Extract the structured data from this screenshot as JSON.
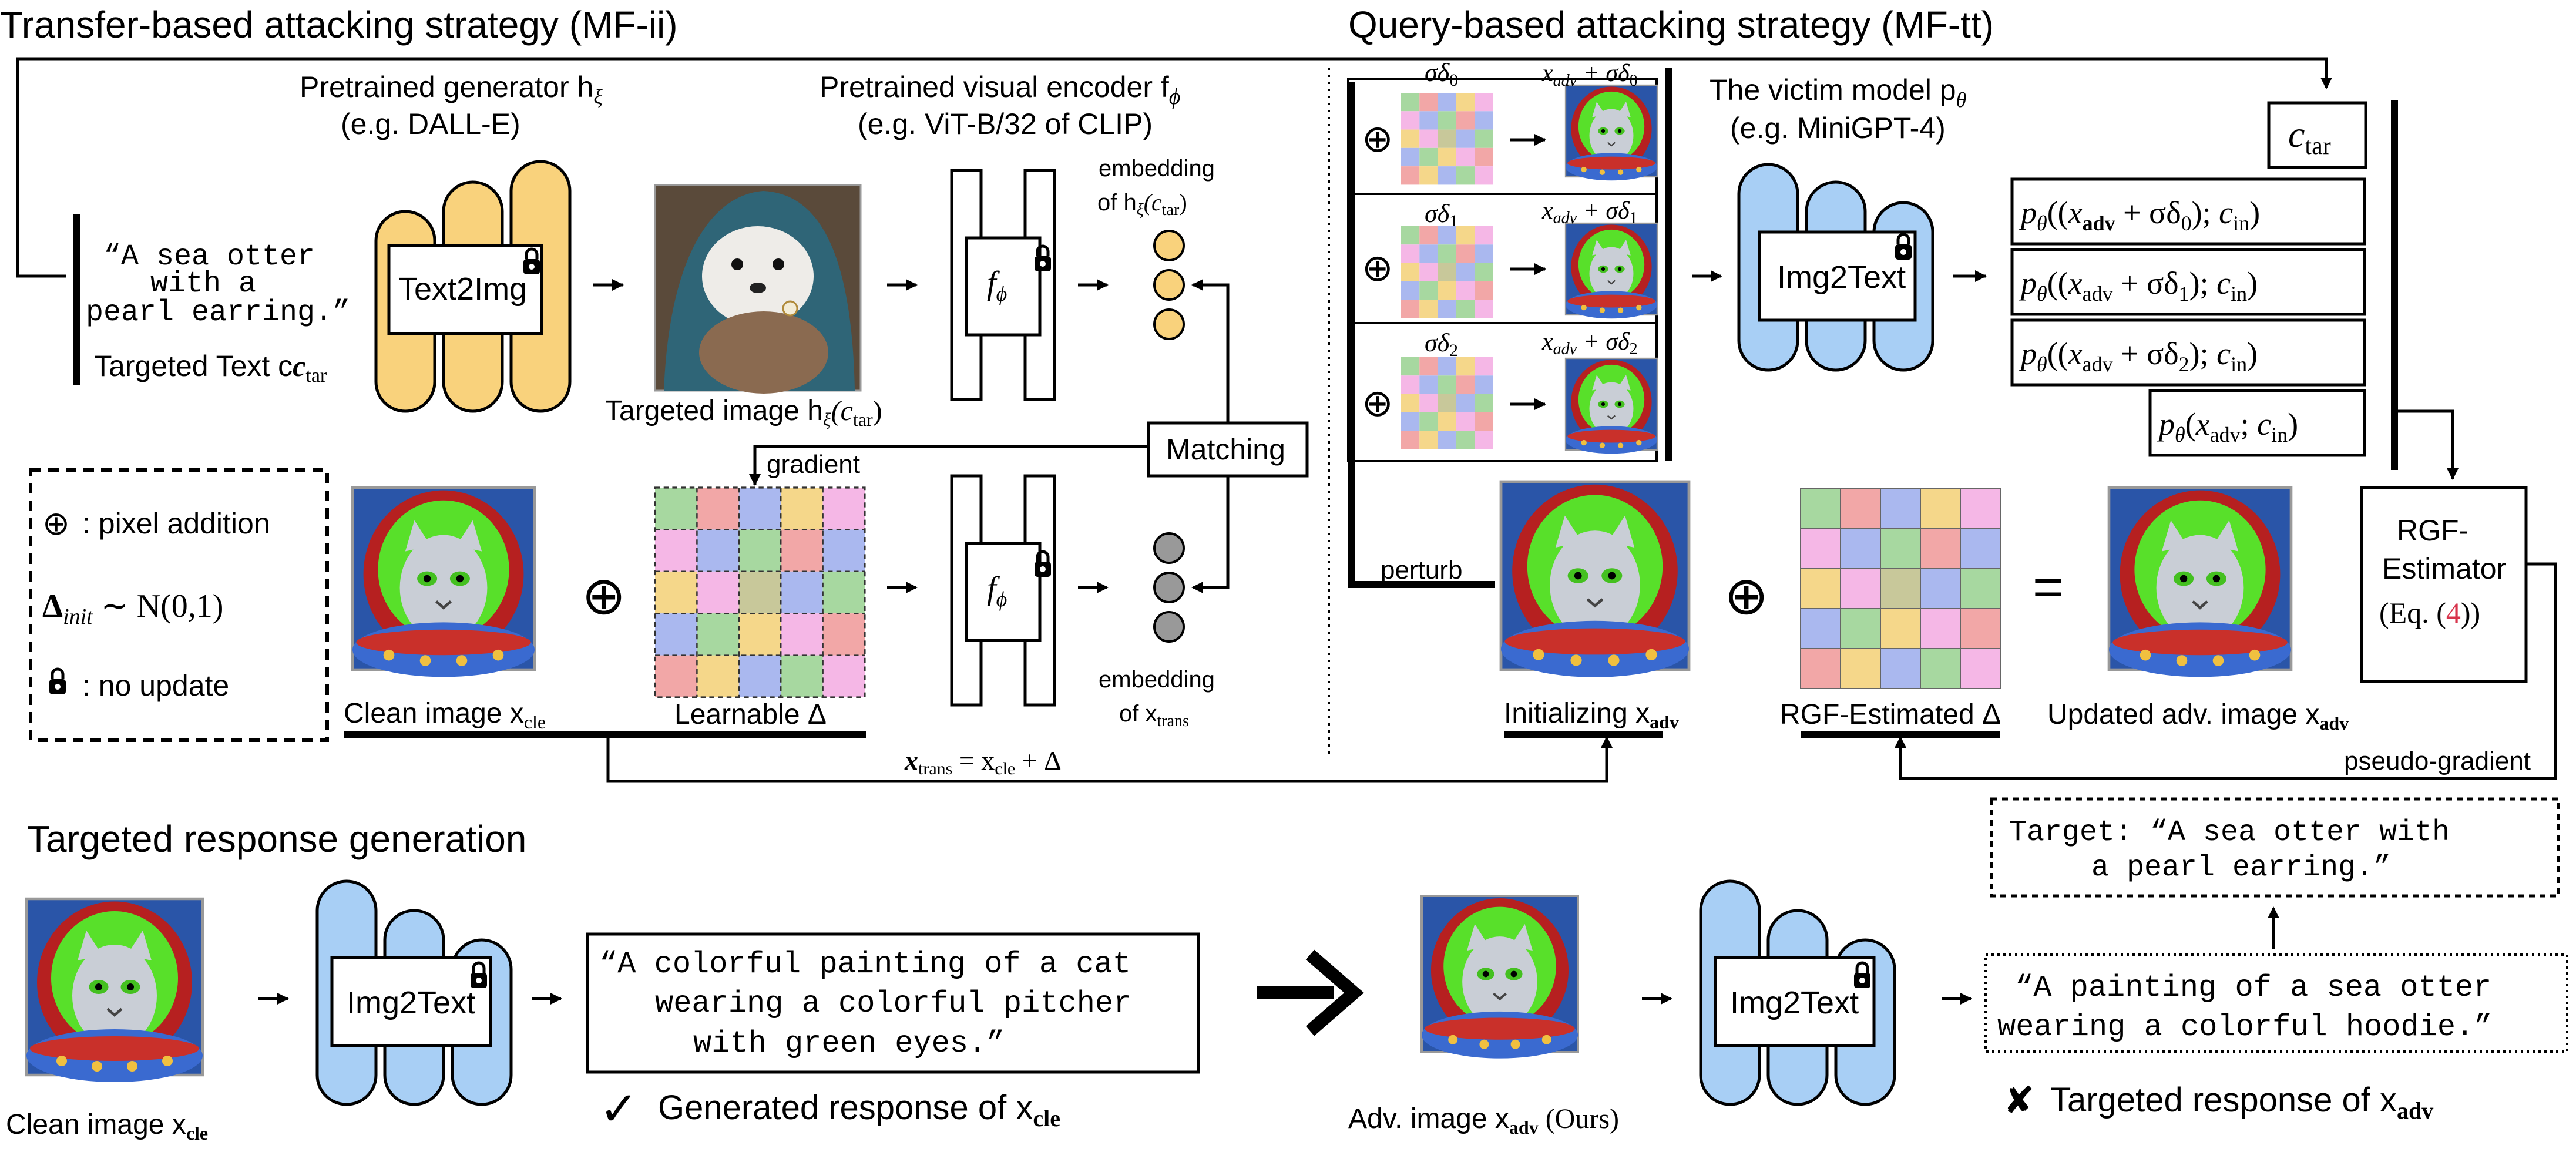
{
  "titles": {
    "transfer": "Transfer-based attacking strategy (MF-ii)",
    "query": "Query-based attacking strategy (MF-tt)",
    "response": "Targeted response generation"
  },
  "labels": {
    "gen_line1": "Pretrained generator h",
    "gen_sub": "ξ",
    "gen_line2": "(e.g. DALL-E)",
    "enc_line1": "Pretrained visual encoder f",
    "enc_sub": "ϕ",
    "enc_line2": "(e.g. ViT-B/32 of CLIP)",
    "victim_line1": "The victim model p",
    "victim_sub": "θ",
    "victim_line2": "(e.g. MiniGPT-4)",
    "text_line1": "“A sea otter",
    "text_line2": "with a",
    "text_line3": "pearl earring.”",
    "targeted_text": "Targeted Text c",
    "targeted_text_sub": "tar",
    "targeted_image": "Targeted image h",
    "targeted_image_arg": "(c",
    "targeted_image_sub": "tar",
    "emb_top_1": "embedding",
    "emb_top_2": "of h",
    "emb_top_arg": "(c",
    "emb_top_sub": "tar",
    "emb_bot_1": "embedding",
    "emb_bot_2": "of x",
    "emb_bot_sub": "trans",
    "matching": "Matching",
    "gradient": "gradient",
    "clean_image": "Clean image x",
    "clean_sub": "cle",
    "learnable": "Learnable Δ",
    "xtrans_x": "x",
    "xtrans_sub": "trans",
    "xtrans_eq": " = x",
    "xtrans_sub2": "cle",
    "xtrans_tail": " + Δ",
    "legend_pixel": ": pixel addition",
    "legend_delta": "Δ",
    "legend_delta_sub": "init",
    "legend_dist": " ∼ N(0,1)",
    "legend_lock": ": no update",
    "sd0": "σδ",
    "sd_sub0": "0",
    "sd_sub1": "1",
    "sd_sub2": "2",
    "xadv": "x",
    "adv_sub": "adv",
    "plus_sd": " + σδ",
    "perturb": "perturb",
    "init_adv": "Initializing x",
    "rgf_delta": "RGF-Estimated Δ",
    "updated_adv": "Updated adv. image x",
    "rgf_line1": "RGF-",
    "rgf_line2": "Estimator",
    "rgf_line3a": "(Eq. (",
    "rgf_line3b": "4",
    "rgf_line3c": "))",
    "pseudo": "pseudo-gradient",
    "ctar": "c",
    "ctar_sub": "tar",
    "p_prefix": "p",
    "p_sub": "θ",
    "p0": "((x",
    "p_cin": "; c",
    "p_in": "in",
    "p_close2": ")",
    "p_last_open": "(x",
    "text2img": "Text2Img",
    "img2text": "Img2Text",
    "resp_clean_1": "“A colorful painting of a cat",
    "resp_clean_2": "wearing a colorful pitcher",
    "resp_clean_3": "with green eyes.”",
    "gen_resp": "Generated response of x",
    "adv_image": "Adv. image x",
    "ours": " (Ours)",
    "resp_adv_1": "“A painting of a sea otter",
    "resp_adv_2": "wearing a colorful hoodie.”",
    "target_1": "Target: “A sea otter with",
    "target_2": "a pearl earring.”",
    "targeted_resp": "Targeted response of x",
    "check": "✓",
    "cross": "✘"
  },
  "colors": {
    "yellow": "#f9d27c",
    "blue": "#a8cff5",
    "check_green": "#3aa23a",
    "cross_red": "#d8344c",
    "eq_red": "#d8344c"
  }
}
